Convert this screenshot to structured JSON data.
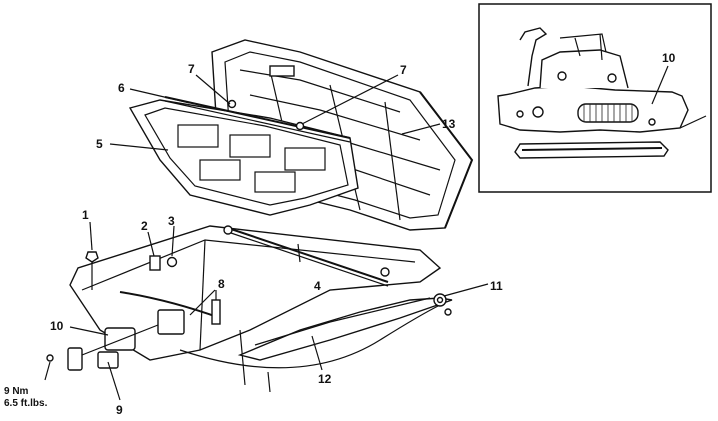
{
  "callouts": {
    "c1": "1",
    "c2": "2",
    "c3": "3",
    "c4": "4",
    "c5": "5",
    "c6": "6",
    "c7a": "7",
    "c7b": "7",
    "c8": "8",
    "c9": "9",
    "c10a": "10",
    "c10b": "10",
    "c11": "11",
    "c12": "12",
    "c13": "13"
  },
  "torque_spec": {
    "metric": "9 Nm",
    "imperial": "6.5 ft.lbs."
  }
}
